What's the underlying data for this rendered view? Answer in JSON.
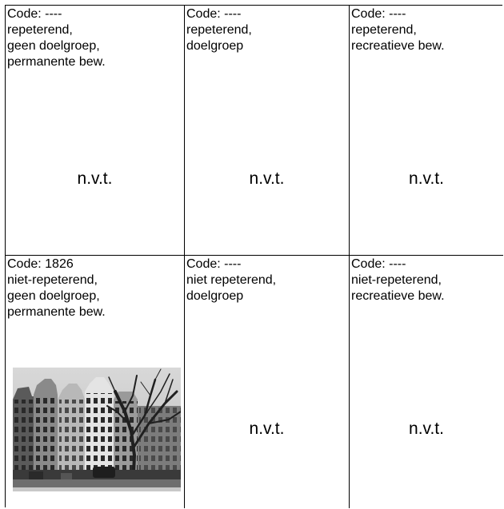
{
  "cells": [
    {
      "code": "Code: ----",
      "line1": "repeterend,",
      "line2": "geen doelgroep,",
      "line3": "permanente bew.",
      "value": "n.v.t."
    },
    {
      "code": "Code: ----",
      "line1": "repeterend,",
      "line2": "doelgroep",
      "line3": "",
      "value": "n.v.t."
    },
    {
      "code": "Code: ----",
      "line1": "repeterend,",
      "line2": "recreatieve bew.",
      "line3": "",
      "value": "n.v.t."
    },
    {
      "code": "Code: 1826",
      "line1": "niet-repeterend,",
      "line2": "geen doelgroep,",
      "line3": "permanente bew.",
      "value": ""
    },
    {
      "code": "Code: ----",
      "line1": "niet repeterend,",
      "line2": "doelgroep",
      "line3": "",
      "value": "n.v.t."
    },
    {
      "code": "Code: ----",
      "line1": "niet-repeterend,",
      "line2": "recreatieve bew.",
      "line3": "",
      "value": "n.v.t."
    }
  ]
}
